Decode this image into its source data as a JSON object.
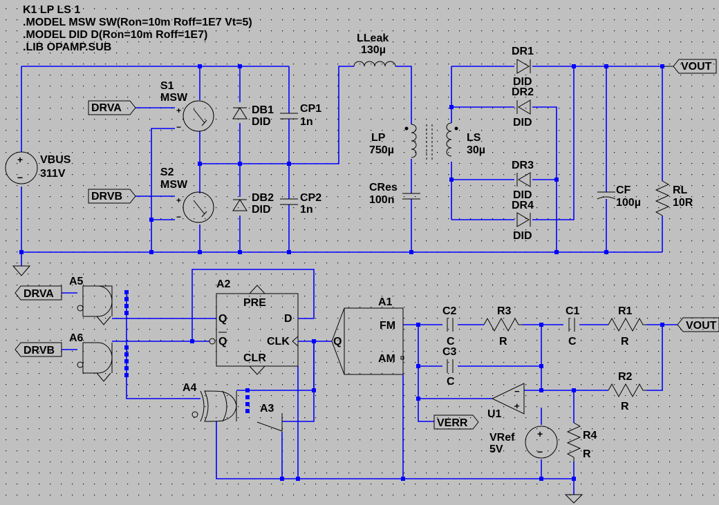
{
  "colors": {
    "background": "#c0c0c0",
    "wire": "#0000ff",
    "symbol": "#000000",
    "grid": "#000000"
  },
  "directives": [
    "K1 LP LS 1",
    ".MODEL MSW SW(Ron=10m Roff=1E7 Vt=5)",
    ".MODEL DID D(Ron=10m Roff=1E7)",
    ".LIB OPAMP.SUB"
  ],
  "components": {
    "vbus": {
      "name": "VBUS",
      "value": "311V"
    },
    "s1": {
      "name": "S1",
      "model": "MSW"
    },
    "s2": {
      "name": "S2",
      "model": "MSW"
    },
    "db1": {
      "name": "DB1",
      "model": "DID"
    },
    "db2": {
      "name": "DB2",
      "model": "DID"
    },
    "cp1": {
      "name": "CP1",
      "value": "1n"
    },
    "cp2": {
      "name": "CP2",
      "value": "1n"
    },
    "lleak": {
      "name": "LLeak",
      "value": "130µ"
    },
    "lp": {
      "name": "LP",
      "value": "750µ"
    },
    "cres": {
      "name": "CRes",
      "value": "100n"
    },
    "ls": {
      "name": "LS",
      "value": "30µ"
    },
    "dr1": {
      "name": "DR1",
      "model": "DID"
    },
    "dr2": {
      "name": "DR2",
      "model": "DID"
    },
    "dr3": {
      "name": "DR3",
      "model": "DID"
    },
    "dr4": {
      "name": "DR4",
      "model": "DID"
    },
    "cf": {
      "name": "CF",
      "value": "100µ"
    },
    "rl": {
      "name": "RL",
      "value": "10R"
    },
    "a1": {
      "name": "A1",
      "pin_fm": "FM",
      "pin_am": "AM",
      "pin_q": "Q"
    },
    "a2": {
      "name": "A2",
      "pin_pre": "PRE",
      "pin_clr": "CLR",
      "pin_d": "D",
      "pin_q": "Q",
      "pin_qbar": "Q",
      "pin_clk": "CLK"
    },
    "a3": {
      "name": "A3"
    },
    "a4": {
      "name": "A4"
    },
    "a5": {
      "name": "A5"
    },
    "a6": {
      "name": "A6"
    },
    "c1": {
      "name": "C1",
      "value": "C"
    },
    "c2": {
      "name": "C2",
      "value": "C"
    },
    "c3": {
      "name": "C3",
      "value": "C"
    },
    "r1": {
      "name": "R1",
      "value": "R"
    },
    "r2": {
      "name": "R2",
      "value": "R"
    },
    "r3": {
      "name": "R3",
      "value": "R"
    },
    "r4": {
      "name": "R4",
      "value": "R"
    },
    "u1": {
      "name": "U1"
    },
    "vref": {
      "name": "VRef",
      "value": "5V"
    }
  },
  "net_labels": {
    "drva": "DRVA",
    "drvb": "DRVB",
    "vout": "VOUT",
    "verr": "VERR"
  },
  "pin_signs": {
    "plus": "+",
    "minus": "−"
  }
}
